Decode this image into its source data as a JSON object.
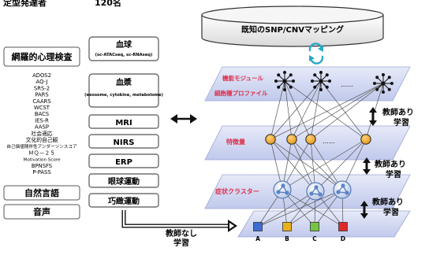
{
  "header": {
    "left_label": "定型発達者",
    "left_count": "120名"
  },
  "left_panel": {
    "survey_title": "網羅的心理検査",
    "survey_items": [
      "ADOS2",
      "AQ-J",
      "SRS-2",
      "PARS",
      "CAARS",
      "WCST",
      "BACS",
      "IES-R",
      "AASP",
      "社会適応",
      "文化的自己観",
      "自己価値随伴性アンダーソンスコア",
      "ＭＱ－２５",
      "Motivation Score",
      "BPNSFS",
      "P-PASS"
    ],
    "natural_language": "自然言語",
    "voice": "音声"
  },
  "modalities": {
    "blood_cell": {
      "title": "血球",
      "subtitle": "(sc-ATACseq, sc-RNAseq)"
    },
    "plasma": {
      "title": "血漿",
      "subtitle": "(exosome, cytokine, metabolome)"
    },
    "mri": "MRI",
    "nirs": "NIRS",
    "erp": "ERP",
    "eye": "眼球運動",
    "dexterity": "巧緻運動"
  },
  "database": {
    "title": "既知のSNP/CNVマッピング"
  },
  "layers": {
    "module_label": "機能モジュール",
    "profile_label": "細胞種プロファイル",
    "feature_label": "特徴量",
    "cluster_label": "症状クラスター",
    "dots": "……",
    "outputs": [
      "A",
      "B",
      "C",
      "D"
    ]
  },
  "learning": {
    "supervised": "教師あり学習",
    "unsupervised": "教師なし学習"
  },
  "colors": {
    "panel_top": "#e4e8f7",
    "panel_bottom": "#c3cbed",
    "red_label": "#dd2f4d",
    "feature_node": "#f2a218",
    "cluster_node": "#5c84c8",
    "cyan_icon": "#29a9c8",
    "output_colors": [
      "#3d6dd1",
      "#e8b11c",
      "#76c542",
      "#dd2a2a"
    ]
  }
}
